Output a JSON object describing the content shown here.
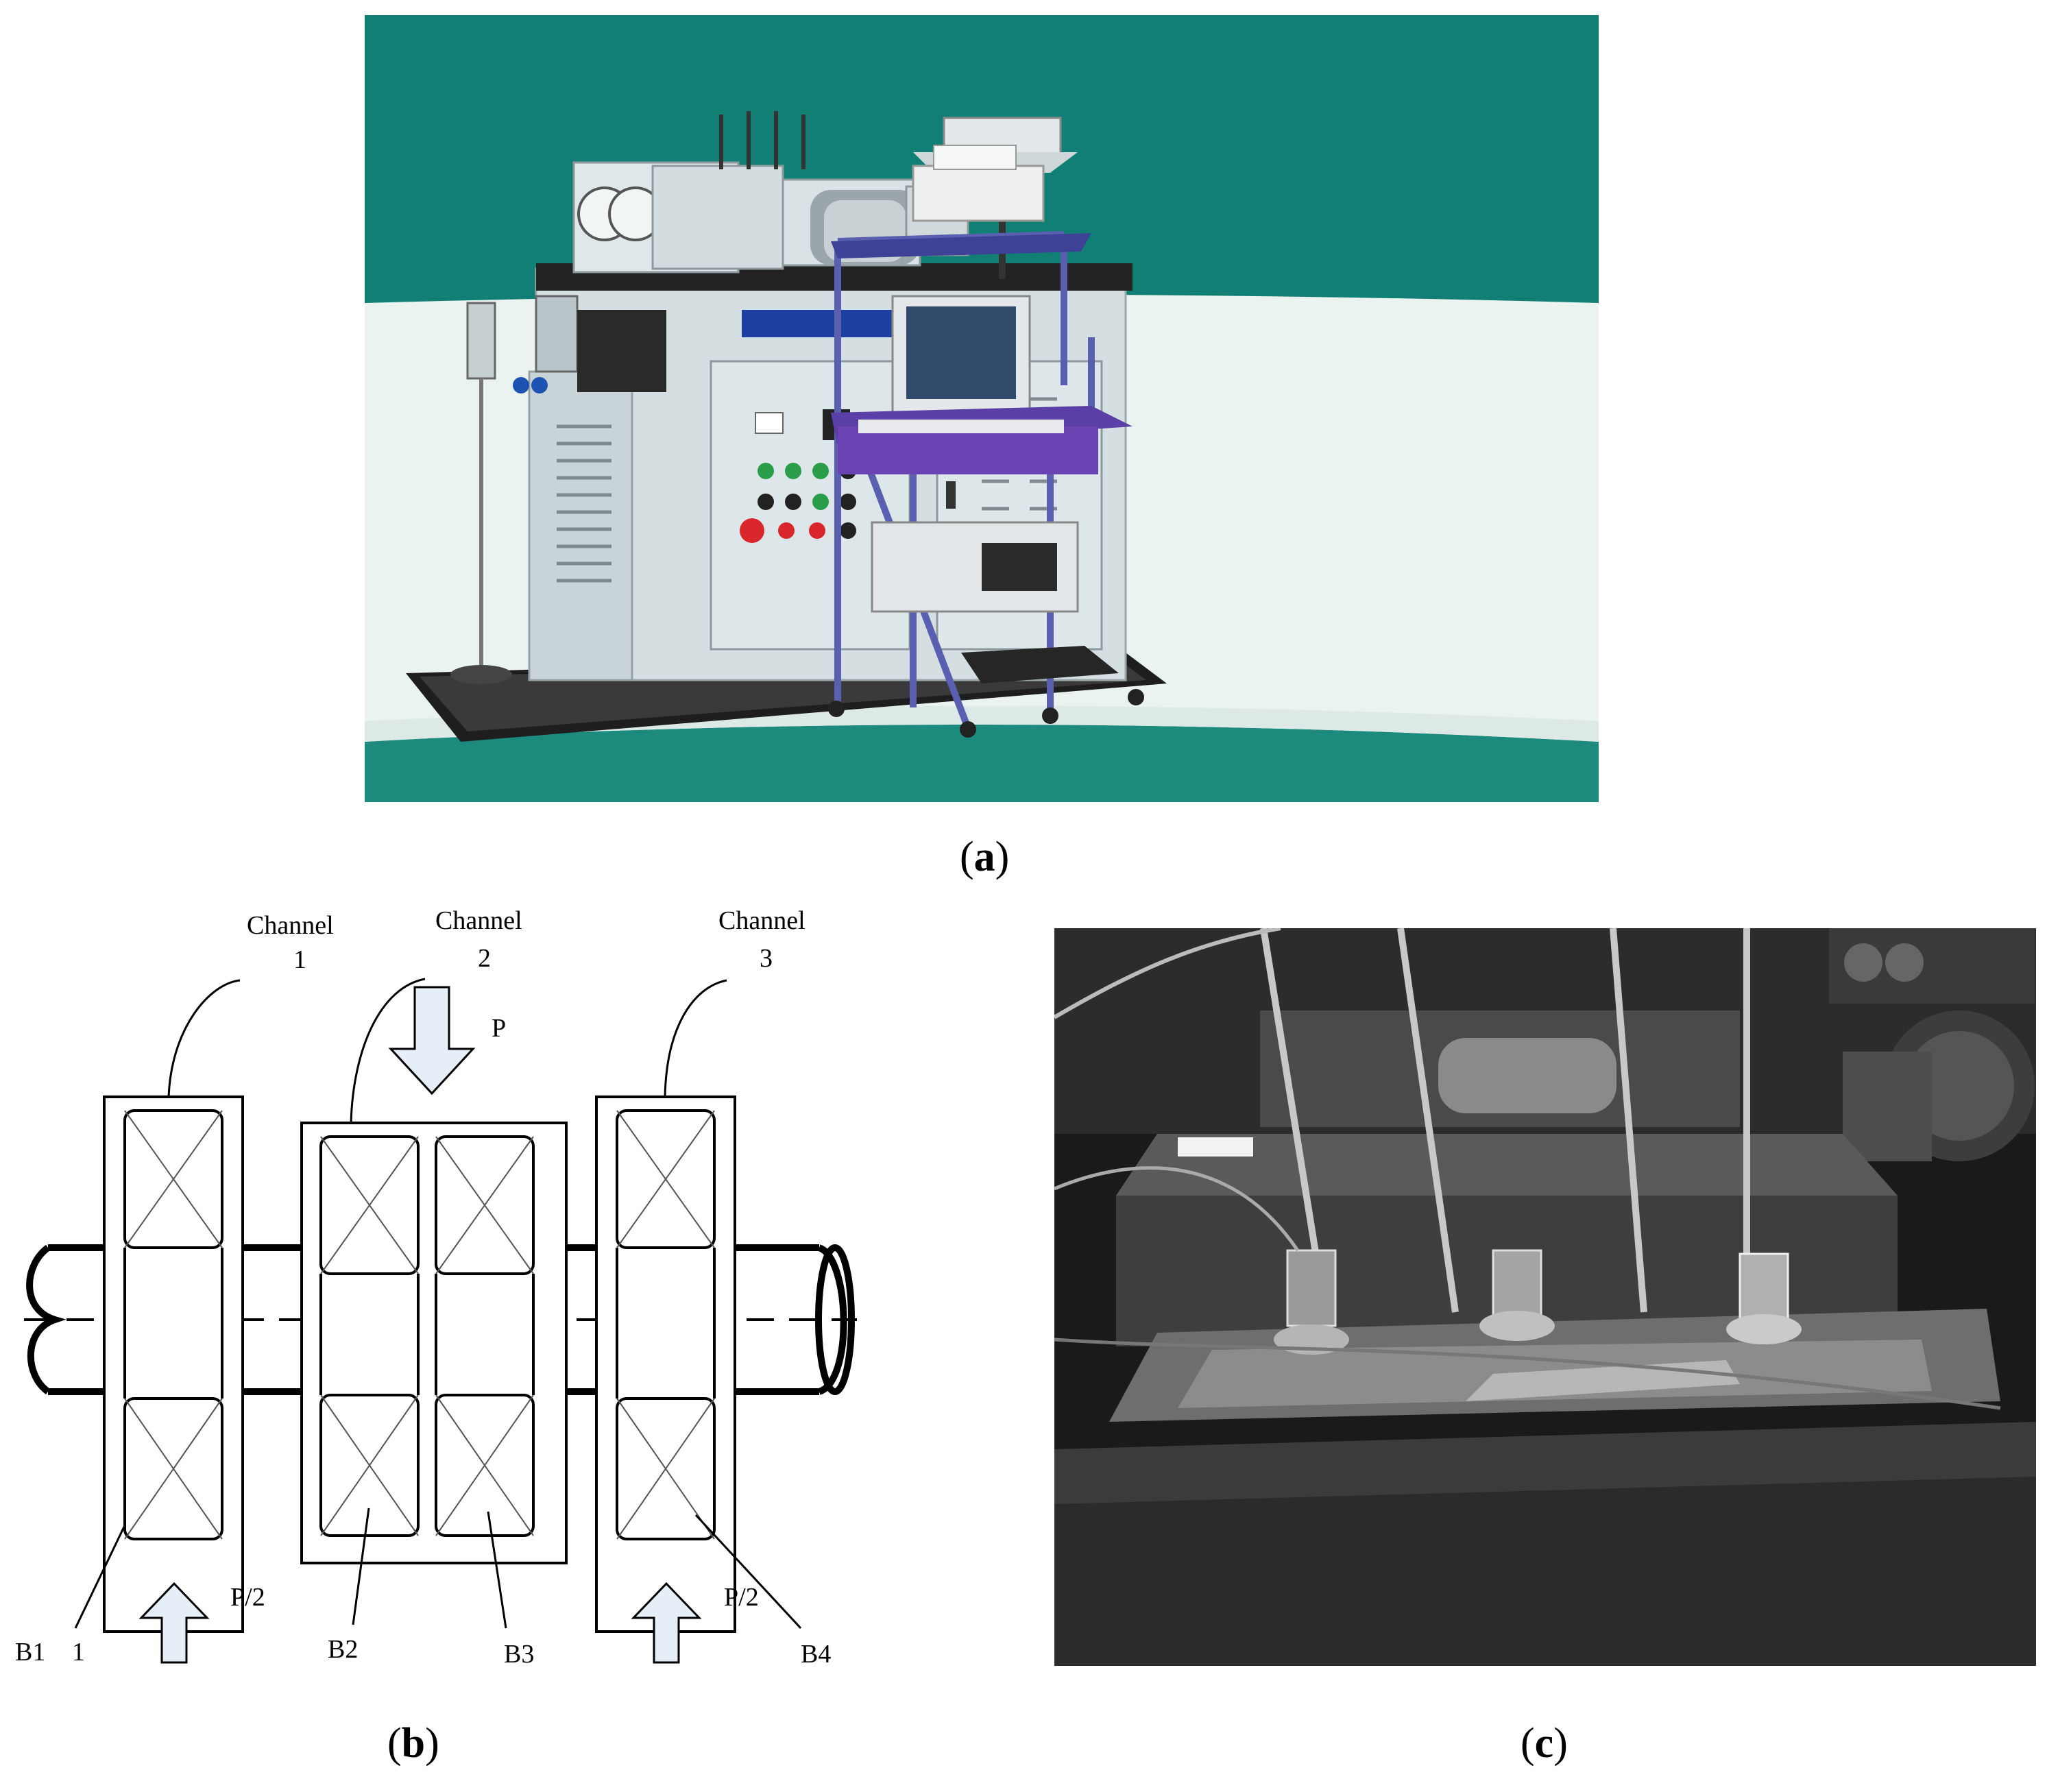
{
  "panels": {
    "a": {
      "caption_open": "(",
      "caption_letter": "a",
      "caption_close": ")"
    },
    "b": {
      "caption_open": "(",
      "caption_letter": "b",
      "caption_close": ")"
    },
    "c": {
      "caption_open": "(",
      "caption_letter": "c",
      "caption_close": ")"
    }
  },
  "diagram": {
    "channel1_word": "Channel",
    "channel1_num": "1",
    "channel2_word": "Channel",
    "channel2_num": "2",
    "channel3_word": "Channel",
    "channel3_num": "3",
    "load_p": "P",
    "load_half_left": "P/2",
    "load_half_right": "P/2",
    "bearing_b1": "B1",
    "bearing_b1_extra": "1",
    "bearing_b2": "B2",
    "bearing_b3": "B3",
    "bearing_b4": "B4"
  },
  "colors": {
    "teal_background": "#127f74",
    "floor": "#e8f1ee",
    "machine_body": "#d7e0e3",
    "workstation_frame": "#5a5fb0",
    "arrow_fill": "#e6eef8"
  }
}
